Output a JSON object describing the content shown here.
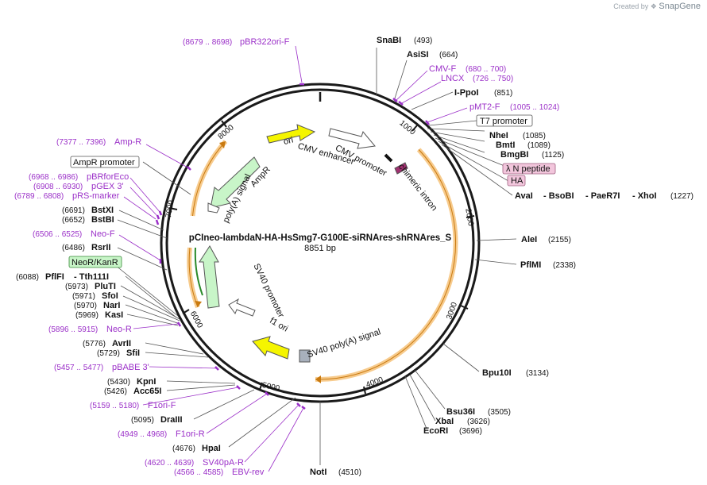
{
  "branding": {
    "prefix": "Created by",
    "brand": "SnapGene"
  },
  "plasmid": {
    "name": "pCIneo-lambdaN-HA-HsSmg7-G100E-siRNAres-shRNAres_S",
    "size_label": "8851 bp",
    "length": 8851
  },
  "ticks": [
    "1000",
    "2000",
    "3000",
    "4000",
    "5000",
    "6000",
    "7000",
    "8000"
  ],
  "sites": [
    {
      "name": "SnaBI",
      "pos": "(493)"
    },
    {
      "name": "AsiSI",
      "pos": "(664)"
    },
    {
      "name": "I-PpoI",
      "pos": "(851)"
    },
    {
      "name": "NheI",
      "pos": "(1085)"
    },
    {
      "name": "BmtI",
      "pos": "(1089)"
    },
    {
      "name": "BmgBI",
      "pos": "(1125)"
    },
    {
      "name": "AvaI",
      "pos": ""
    },
    {
      "name": "- BsoBI",
      "pos": ""
    },
    {
      "name": "- PaeR7I",
      "pos": ""
    },
    {
      "name": "- XhoI",
      "pos": "(1227)"
    },
    {
      "name": "AleI",
      "pos": "(2155)"
    },
    {
      "name": "PflMI",
      "pos": "(2338)"
    },
    {
      "name": "Bpu10I",
      "pos": "(3134)"
    },
    {
      "name": "Bsu36I",
      "pos": "(3505)"
    },
    {
      "name": "XbaI",
      "pos": "(3626)"
    },
    {
      "name": "EcoRI",
      "pos": "(3696)"
    },
    {
      "name": "NotI",
      "pos": "(4510)"
    },
    {
      "name": "HpaI",
      "pos": "(4676)"
    },
    {
      "name": "DraIII",
      "pos": "(5095)"
    },
    {
      "name": "Acc65I",
      "pos": "(5426)"
    },
    {
      "name": "KpnI",
      "pos": "(5430)"
    },
    {
      "name": "SfiI",
      "pos": "(5729)"
    },
    {
      "name": "AvrII",
      "pos": "(5776)"
    },
    {
      "name": "KasI",
      "pos": "(5969)"
    },
    {
      "name": "NarI",
      "pos": "(5970)"
    },
    {
      "name": "SfoI",
      "pos": "(5971)"
    },
    {
      "name": "PluTI",
      "pos": "(5973)"
    },
    {
      "name": "PflFI",
      "pos": "(6088)"
    },
    {
      "name": "- Tth111I",
      "pos": ""
    },
    {
      "name": "RsrII",
      "pos": "(6486)"
    },
    {
      "name": "BstBI",
      "pos": "(6652)"
    },
    {
      "name": "BstXI",
      "pos": "(6691)"
    }
  ],
  "primers": [
    {
      "name": "pBR322ori-F",
      "range": "(8679 .. 8698)"
    },
    {
      "name": "CMV-F",
      "range": "(680 .. 700)"
    },
    {
      "name": "LNCX",
      "range": "(726 .. 750)"
    },
    {
      "name": "pMT2-F",
      "range": "(1005 .. 1024)"
    },
    {
      "name": "Amp-R",
      "range": "(7377 .. 7396)"
    },
    {
      "name": "pBRforEco",
      "range": "(6968 .. 6986)"
    },
    {
      "name": "pGEX 3'",
      "range": "(6908 .. 6930)"
    },
    {
      "name": "pRS-marker",
      "range": "(6789 .. 6808)"
    },
    {
      "name": "Neo-F",
      "range": "(6506 .. 6525)"
    },
    {
      "name": "Neo-R",
      "range": "(5896 .. 5915)"
    },
    {
      "name": "pBABE 3'",
      "range": "(5457 .. 5477)"
    },
    {
      "name": "F1ori-F",
      "range": "(5159 .. 5180)"
    },
    {
      "name": "F1ori-R",
      "range": "(4949 .. 4968)"
    },
    {
      "name": "SV40pA-R",
      "range": "(4620 .. 4639)"
    },
    {
      "name": "EBV-rev",
      "range": "(4566 .. 4585)"
    }
  ],
  "boxed_features": [
    {
      "name": "T7 promoter",
      "style": "outline"
    },
    {
      "name": "λ N peptide",
      "style": "pink"
    },
    {
      "name": "HA",
      "style": "pink"
    },
    {
      "name": "AmpR promoter",
      "style": "outline"
    },
    {
      "name": "NeoR/KanR",
      "style": "green"
    }
  ],
  "inner_features": [
    {
      "name": "ori"
    },
    {
      "name": "CMV enhancer"
    },
    {
      "name": "CMV promoter"
    },
    {
      "name": "chimeric intron"
    },
    {
      "name": "AmpR"
    },
    {
      "name": "poly(A) signal"
    },
    {
      "name": "SV40 promoter"
    },
    {
      "name": "f1 ori"
    },
    {
      "name": "SV40 poly(A) signal"
    }
  ],
  "colors": {
    "primer": "#9b30c8",
    "backbone": "#1a1a1a",
    "orange": "#f0a030",
    "green": "#c8f5c8",
    "yellow": "#f5f500",
    "pink": "#f2c6dc"
  }
}
